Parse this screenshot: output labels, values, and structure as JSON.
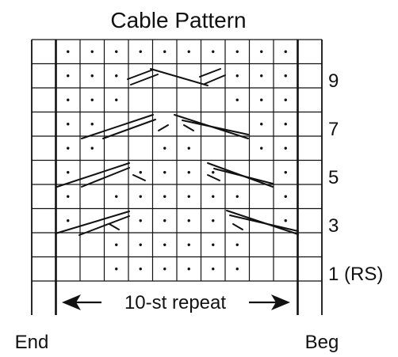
{
  "title": "Cable Pattern",
  "row_labels": [
    "9",
    "7",
    "5",
    "3",
    "1 (RS)"
  ],
  "repeat_label": "10-st repeat",
  "end_label": "End",
  "beg_label": "Beg",
  "grid": {
    "columns": 12,
    "rows": 10,
    "repeat_columns": 10
  },
  "colors": {
    "line": "#111111",
    "background": "#ffffff"
  },
  "symbols": {
    "dot": "purl on RS, knit on WS",
    "slash": "cable cross"
  }
}
